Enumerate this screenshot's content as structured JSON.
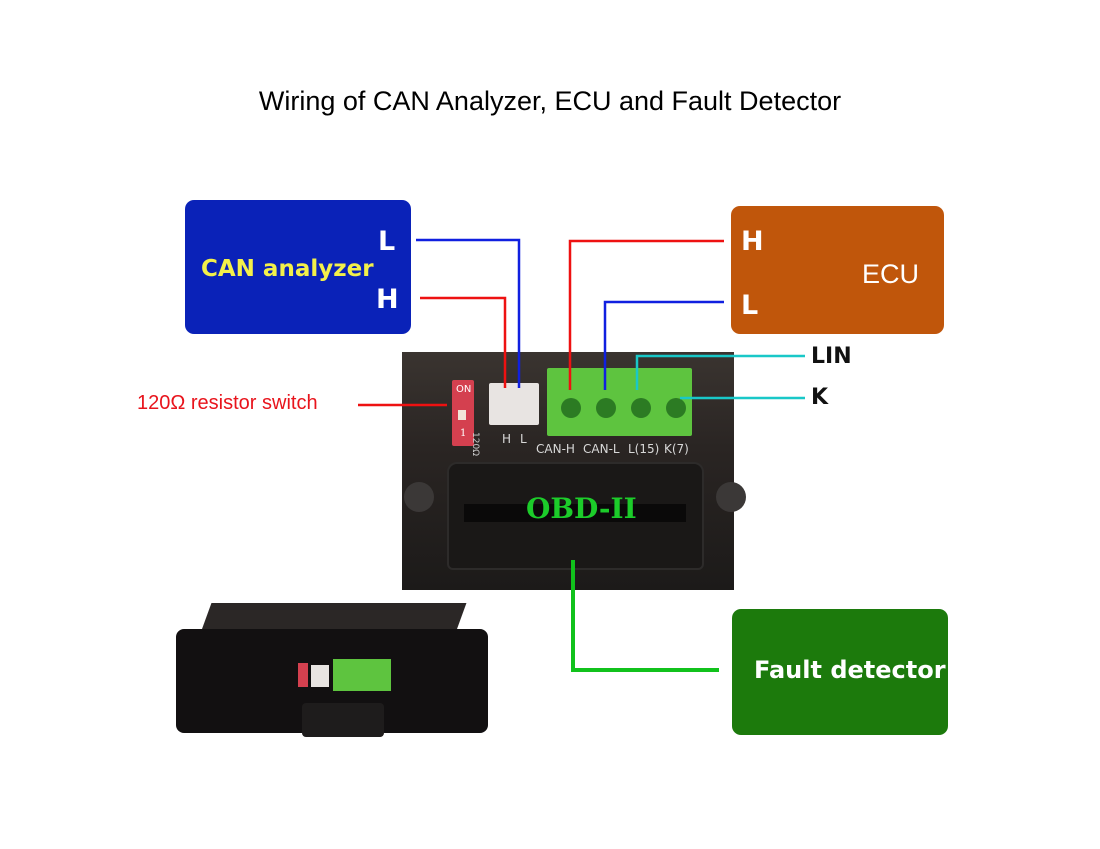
{
  "title": "Wiring of CAN Analyzer, ECU and Fault Detector",
  "can_analyzer": {
    "label": "CAN analyzer",
    "pin_l": "L",
    "pin_h": "H",
    "color": "#0a22b8",
    "label_color": "#f3f04a"
  },
  "ecu": {
    "label": "ECU",
    "pin_h": "H",
    "pin_l": "L",
    "color": "#c0560b"
  },
  "fault_detector": {
    "label": "Fault detector",
    "color": "#1c7a0c"
  },
  "side_labels": {
    "lin": "LIN",
    "k": "K"
  },
  "resistor_switch": {
    "label": "120Ω resistor switch",
    "color": "#e8141c"
  },
  "device": {
    "dip_switch": {
      "on": "ON",
      "num": "1",
      "ohm": "120Ω"
    },
    "jst_labels": [
      "H",
      "L"
    ],
    "terminal_labels": [
      "CAN-H",
      "CAN-L",
      "L(15)",
      "K(7)"
    ],
    "obd_label": "OBD-II"
  },
  "wire_colors": {
    "can_h": "#ee1111",
    "can_l": "#1020e0",
    "lin_k": "#19c8c8",
    "obd": "#11c21c"
  }
}
